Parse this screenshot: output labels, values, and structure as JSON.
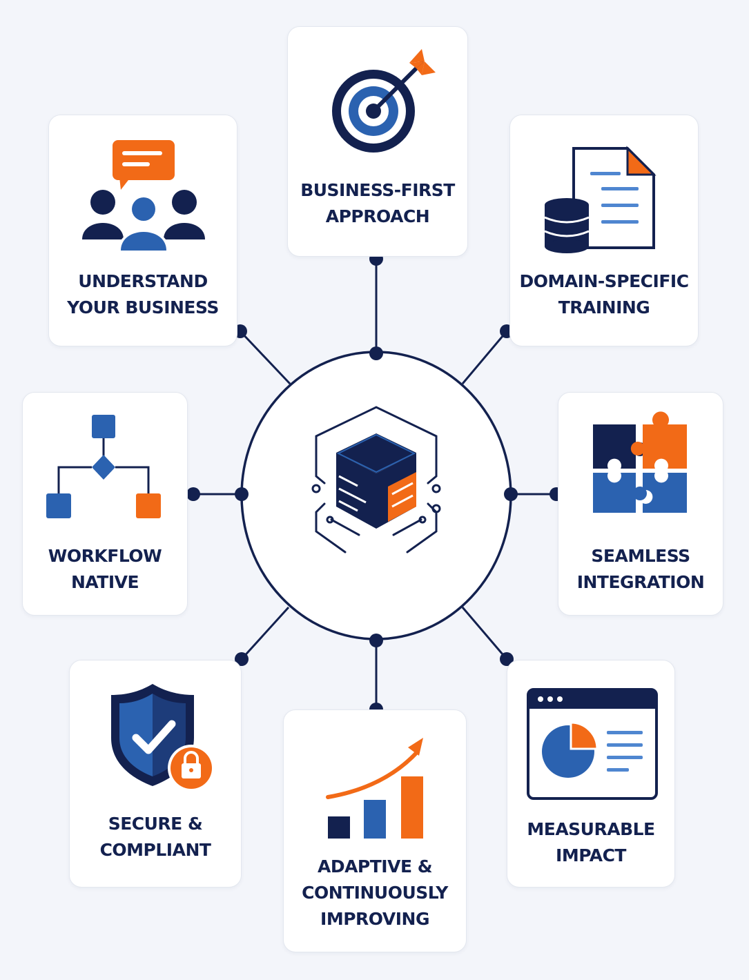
{
  "colors": {
    "navy": "#13214f",
    "blue": "#2b62b0",
    "orange": "#f26a17",
    "bg": "#f3f5fa",
    "card": "#ffffff"
  },
  "center": {
    "icon": "cube-circuit-icon"
  },
  "cards": [
    {
      "id": "business-first",
      "icon": "target-arrow-icon",
      "lines": [
        "BUSINESS-FIRST",
        "APPROACH"
      ]
    },
    {
      "id": "understand",
      "icon": "team-chat-icon",
      "lines": [
        "UNDERSTAND",
        "YOUR BUSINESS"
      ]
    },
    {
      "id": "domain",
      "icon": "database-document-icon",
      "lines": [
        "DOMAIN-SPECIFIC",
        "TRAINING"
      ]
    },
    {
      "id": "workflow",
      "icon": "workflow-diagram-icon",
      "lines": [
        "WORKFLOW",
        "NATIVE"
      ]
    },
    {
      "id": "integration",
      "icon": "puzzle-icon",
      "lines": [
        "SEAMLESS",
        "INTEGRATION"
      ]
    },
    {
      "id": "secure",
      "icon": "shield-lock-icon",
      "lines": [
        "SECURE &",
        "COMPLIANT"
      ]
    },
    {
      "id": "adaptive",
      "icon": "growth-chart-icon",
      "lines": [
        "ADAPTIVE &",
        "CONTINUOUSLY",
        "IMPROVING"
      ]
    },
    {
      "id": "measurable",
      "icon": "dashboard-pie-icon",
      "lines": [
        "MEASURABLE",
        "IMPACT"
      ]
    }
  ]
}
